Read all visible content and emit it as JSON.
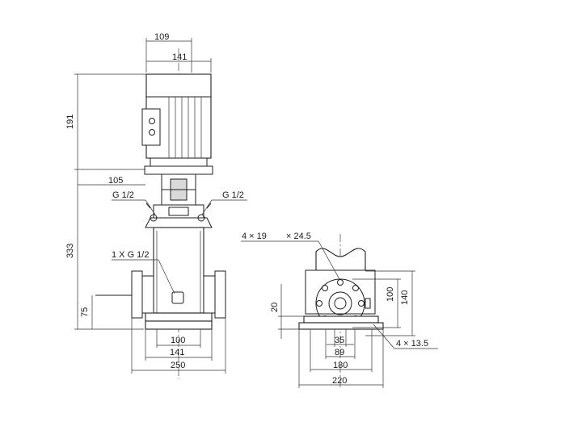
{
  "front_view": {
    "dim_top_width": "109",
    "dim_motor_width": "141",
    "dim_motor_height": "191",
    "dim_coupling": "105",
    "port_left": "G 1/2",
    "port_right": "G 1/2",
    "drain_port": "1 X G 1/2",
    "dim_pump_height": "333",
    "dim_inlet_height": "75",
    "dim_base_inner": "100",
    "dim_base_width": "141",
    "dim_overall_width": "250"
  },
  "side_view": {
    "bolt_pattern": "4 × 19",
    "bolt_hole": "× 24.5",
    "dim_flange_inner": "100",
    "dim_flange_outer": "140",
    "dim_base_height": "20",
    "dim_bore": "35",
    "dim_port": "89",
    "dim_foot_holes": "4 × 13.5",
    "dim_foot_pitch": "180",
    "dim_base_width": "220"
  },
  "colors": {
    "line": "#1f1f1f",
    "background": "#ffffff"
  }
}
